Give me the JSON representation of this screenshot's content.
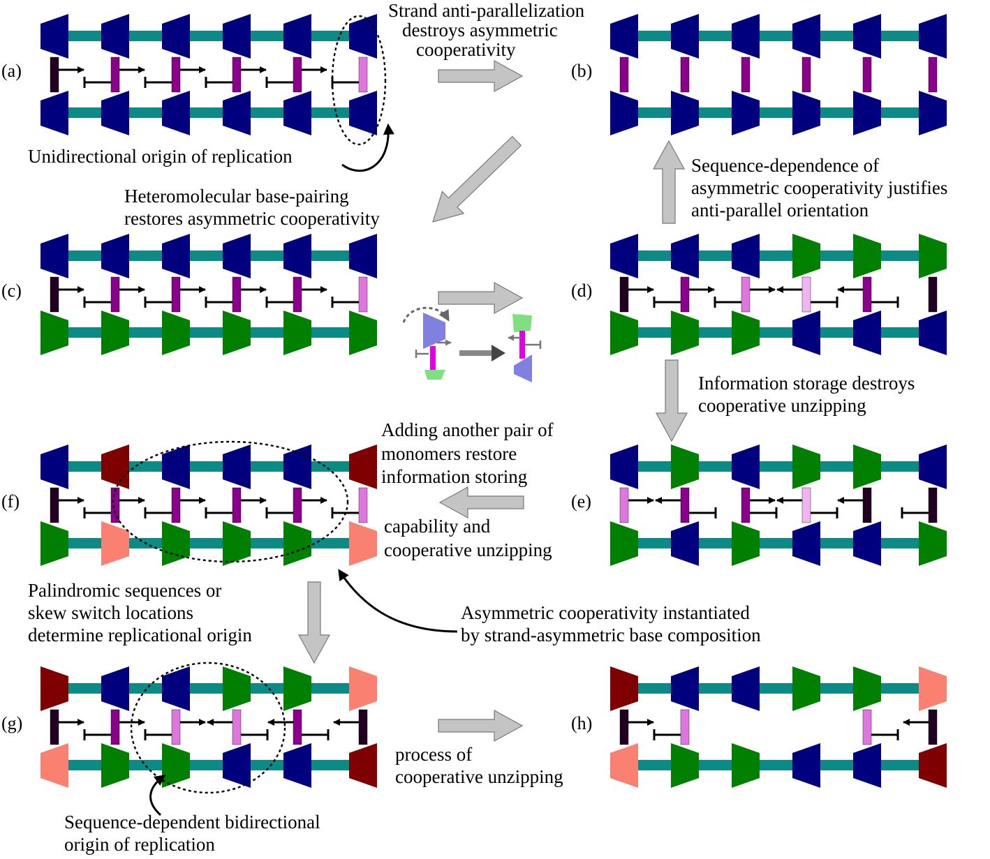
{
  "colors": {
    "blue": "#00007f",
    "green": "#007f00",
    "darkred": "#7f0000",
    "salmon": "#fa8072",
    "teal": "#0c8a86",
    "purple": "#8b008b",
    "black_rung": "#200020",
    "pink": "#dd77dd",
    "lightpink": "#f0b4f0",
    "arrow_gray": "#c4c4c4",
    "light_blue": "#8080e0",
    "light_green": "#80e080",
    "magenta": "#e000e0"
  },
  "panels": {
    "a": "(a)",
    "b": "(b)",
    "c": "(c)",
    "d": "(d)",
    "e": "(e)",
    "f": "(f)",
    "g": "(g)",
    "h": "(h)"
  },
  "captions": {
    "ab_1": "Strand anti-parallelization",
    "ab_2": "destroys asymmetric",
    "ab_3": "cooperativity",
    "origin_a": "Unidirectional origin of replication",
    "hetero_1": "Heteromolecular base-pairing",
    "hetero_2": "restores asymmetric cooperativity",
    "seqdep_1": "Sequence-dependence of",
    "seqdep_2": "asymmetric cooperativity justifies",
    "seqdep_3": "anti-parallel orientation",
    "info_1": "Information storage destroys",
    "info_2": "cooperative unzipping",
    "adding_1": "Adding another pair of",
    "adding_2": "monomers restore",
    "adding_3": "information storing",
    "adding_4": "capability and",
    "adding_5": "cooperative unzipping",
    "palin_1": "Palindromic sequences or",
    "palin_2": "skew switch locations",
    "palin_3": "determine replicational origin",
    "asym_1": "Asymmetric cooperativity instantiated",
    "asym_2": "by strand-asymmetric base composition",
    "process_1": "process of",
    "process_2": "cooperative unzipping",
    "bidir_1": "Sequence-dependent bidirectional",
    "bidir_2": "origin of replication"
  }
}
